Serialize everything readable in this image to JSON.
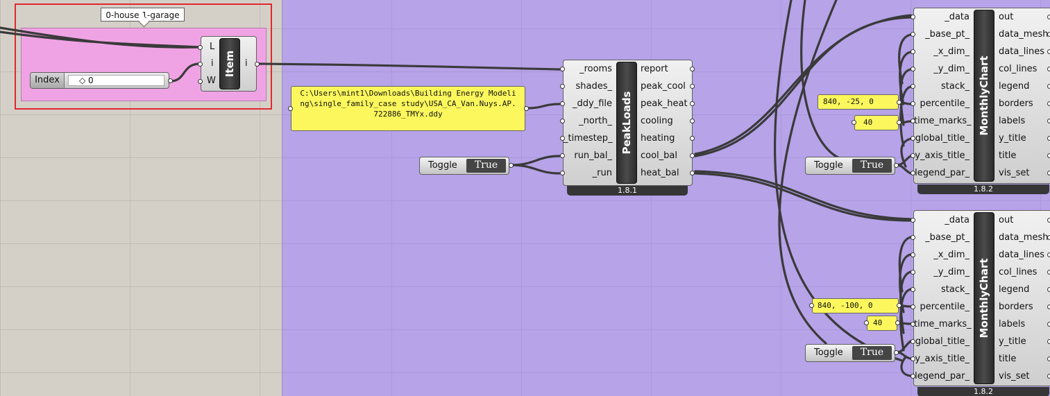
{
  "group": {
    "label": "0-house 1-garage"
  },
  "list_item": {
    "name": "Item",
    "inputs": [
      "L",
      "i",
      "W"
    ],
    "outputs": [
      "i"
    ]
  },
  "slider": {
    "name": "Index",
    "value": "0"
  },
  "panel_path": {
    "text": "C:\\Users\\mint1\\Downloads\\Building Energy Modeling\\single_family_case study\\USA_CA_Van.Nuys.AP.722886_TMYx.ddy"
  },
  "peak_loads": {
    "name": "PeakLoads",
    "version": "1.8.1",
    "inputs": [
      "_rooms",
      "shades_",
      "_ddy_file",
      "_north_",
      "_timestep_",
      "run_bal_",
      "_run"
    ],
    "outputs": [
      "report",
      "peak_cool",
      "peak_heat",
      "cooling",
      "heating",
      "cool_bal",
      "heat_bal"
    ]
  },
  "monthly_chart_top": {
    "name": "MonthlyChart",
    "version": "1.8.2",
    "inputs": [
      "_data",
      "_base_pt_",
      "_x_dim_",
      "_y_dim_",
      "stack_",
      "percentile_",
      "time_marks_",
      "global_title_",
      "y_axis_title_",
      "legend_par_"
    ],
    "outputs": [
      "out",
      "data_mesh",
      "data_lines",
      "col_lines",
      "legend",
      "borders",
      "labels",
      "y_title",
      "title",
      "vis_set"
    ]
  },
  "monthly_chart_bottom": {
    "name": "MonthlyChart",
    "version": "1.8.2",
    "inputs": [
      "_data",
      "_base_pt_",
      "_x_dim_",
      "_y_dim_",
      "stack_",
      "percentile_",
      "time_marks_",
      "global_title_",
      "y_axis_title_",
      "legend_par_"
    ],
    "outputs": [
      "out",
      "data_mesh",
      "data_lines",
      "col_lines",
      "legend",
      "borders",
      "labels",
      "y_title",
      "title",
      "vis_set"
    ]
  },
  "toggles": [
    {
      "name": "Toggle",
      "value": "True"
    },
    {
      "name": "Toggle",
      "value": "True"
    },
    {
      "name": "Toggle",
      "value": "True"
    }
  ],
  "panels_small": [
    {
      "text": "840, -25, 0"
    },
    {
      "text": "40"
    },
    {
      "text": "840, -100, 0"
    },
    {
      "text": "40"
    }
  ],
  "colors": {
    "canvas": "#d4d0c8",
    "group_purple": "#b6a3e8",
    "group_pink": "#f0a3e4",
    "selection": "#e2282e",
    "panel": "#fbf75c"
  }
}
